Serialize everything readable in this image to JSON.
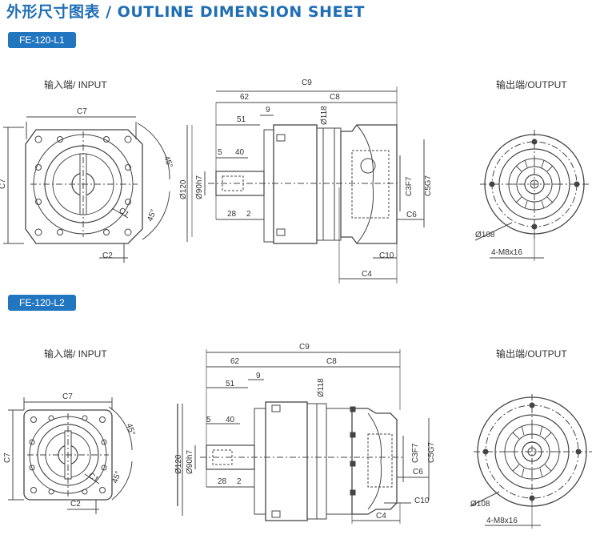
{
  "page": {
    "title": "外形尺寸图表 / OUTLINE DIMENSION SHEET"
  },
  "sections": [
    {
      "model": "FE-120-L1",
      "input_label": "输入端/ INPUT",
      "output_label": "输出端/OUTPUT",
      "dims": {
        "c7": "C7",
        "c7_side": "C7",
        "angle_top": "45°",
        "angle_bottom": "45°",
        "c1": "C1",
        "c2": "C2",
        "c9": "C9",
        "d62": "62",
        "c8": "C8",
        "d9": "9",
        "d51": "51",
        "d5": "5",
        "d40": "40",
        "d28": "28",
        "d2": "2",
        "d120": "Ø120",
        "d90": "Ø90h7",
        "d118": "Ø118",
        "c3": "C3F7",
        "c5": "C5G7",
        "c6": "C6",
        "c10": "C10",
        "c4": "C4",
        "d108": "Ø108",
        "m8": "4-M8x16"
      }
    },
    {
      "model": "FE-120-L2",
      "input_label": "输入端/ INPUT",
      "output_label": "输出端/OUTPUT",
      "dims": {
        "c7": "C7",
        "c7_side": "C7",
        "angle_top": "45°",
        "angle_bottom": "45°",
        "c1": "C1",
        "c2": "C2",
        "c9": "C9",
        "d62": "62",
        "c8": "C8",
        "d9": "9",
        "d51": "51",
        "d5": "5",
        "d40": "40",
        "d28": "28",
        "d2": "2",
        "d120": "Ø120",
        "d90": "Ø90h7",
        "d118": "Ø118",
        "c3": "C3F7",
        "c5": "C5G7",
        "c6": "C6",
        "c10": "C10",
        "c4": "C4",
        "d108": "Ø108",
        "m8": "4-M8x16"
      }
    }
  ],
  "colors": {
    "brand": "#1f6eb5",
    "badge": "#2276c0",
    "line": "#444444",
    "dim": "#555555"
  }
}
